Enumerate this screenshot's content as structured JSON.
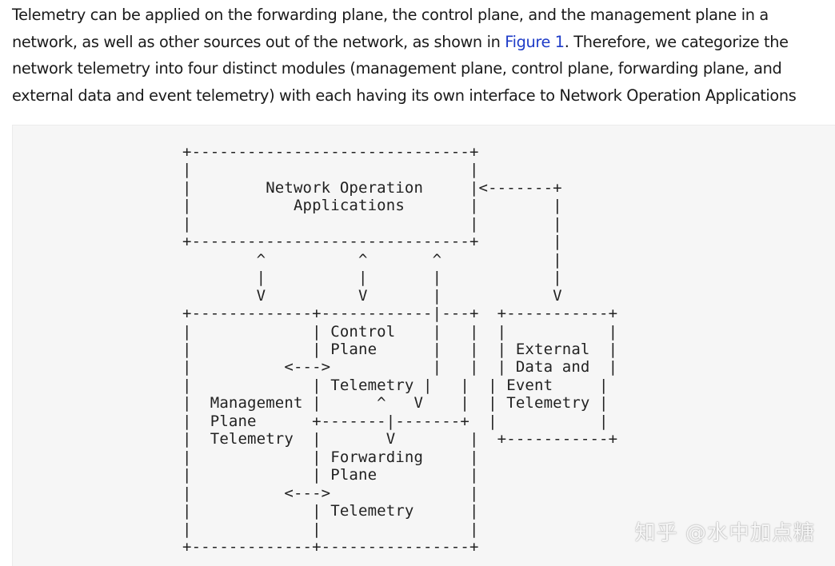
{
  "paragraph": {
    "line1": "Telemetry can be applied on the forwarding plane, the control plane, and the management plane in a",
    "line2_before": "network, as well as other sources out of the network, as shown in ",
    "link_text": "Figure 1",
    "line2_after": ". Therefore, we categorize the",
    "line3": "network telemetry into four distinct modules (management plane, control plane, forwarding plane, and",
    "line4": "external data and event telemetry) with each having its own interface to Network Operation Applications"
  },
  "figure": {
    "lines": [
      "+------------------------------+",
      "|                              |",
      "|        Network Operation     |<-------+",
      "|           Applications       |        |",
      "|                              |        |",
      "+------------------------------+        |",
      "        ^          ^       ^            |",
      "        |          |       |            |",
      "        V          V       |            V",
      "+-------------+------------|---+  +-----------+",
      "|             | Control    |   |  |           |",
      "|             | Plane      |   |  | External  |",
      "|          <--->           |   |  | Data and  |",
      "|             | Telemetry |   |  | Event     |",
      "|  Management |      ^   V    |  | Telemetry |",
      "|  Plane      +-------|-------+  |           |",
      "|  Telemetry  |       V        |  +-----------+",
      "|             | Forwarding     |",
      "|             | Plane          |",
      "|          <--->               |",
      "|             | Telemetry      |",
      "|             |                |",
      "+-------------+----------------+"
    ]
  },
  "watermark": "知乎 @水中加点糖"
}
